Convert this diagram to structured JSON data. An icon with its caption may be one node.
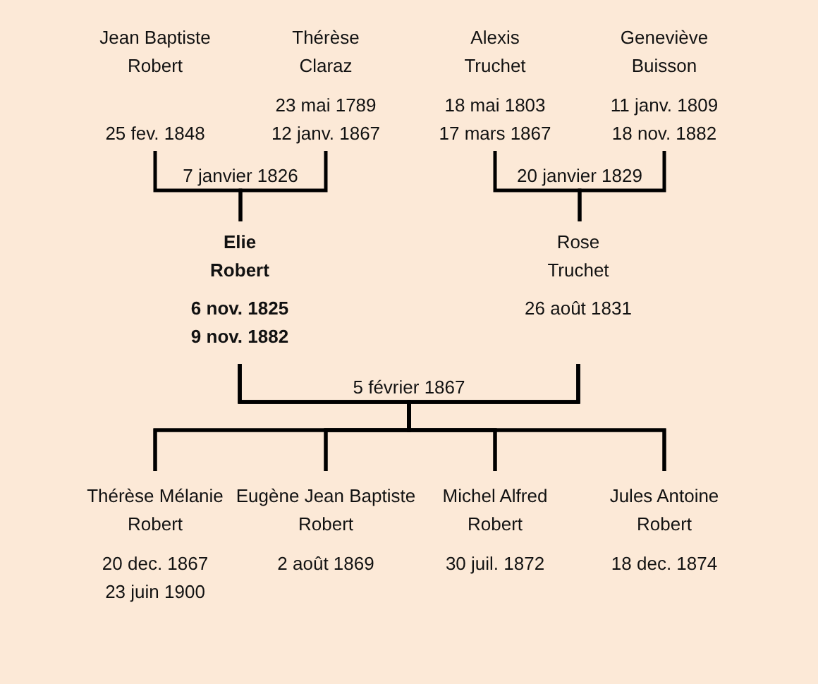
{
  "diagram": {
    "nodes": [
      {
        "text": [
          "Jean Baptiste Robert",
          "25 fev. 1848"
        ]
      },
      {
        "text": [
          "Thérèse Claraz",
          "23 mai 1789",
          "12 janv. 1867"
        ]
      },
      {
        "text": [
          "Alexis Truchet",
          "18 mai 1803",
          "17 mars 1867"
        ]
      },
      {
        "text": [
          "Geneviève Buisson",
          "11 janv. 1809",
          "18 nov. 1882"
        ]
      },
      {
        "text": [
          "Elie Robert",
          "6 nov. 1825",
          "9 nov. 1882"
        ]
      },
      {
        "text": [
          "Rose Truchet",
          "26 août 1831"
        ]
      },
      {
        "text": [
          "Thérèse Mélanie Robert",
          "20 dec. 1867",
          "23 juin 1900"
        ]
      },
      {
        "text": [
          "Eugène Jean Baptiste Robert",
          "2 août 1869"
        ]
      },
      {
        "text": [
          "Michel Alfred Robert",
          "30 juil. 1872"
        ]
      },
      {
        "text": [
          "Jules Antoine Robert",
          "18 dec. 1874"
        ]
      }
    ],
    "edges": [
      {
        "from": 0,
        "to": 4,
        "arrow": "none",
        "label": "7 janvier 1826"
      },
      {
        "from": 1,
        "to": 4,
        "arrow": "none"
      },
      {
        "from": 2,
        "to": 5,
        "arrow": "none",
        "label": "20 janvier 1829"
      },
      {
        "from": 3,
        "to": 5,
        "arrow": "none"
      },
      {
        "from": 4,
        "to": 6,
        "arrow": "none",
        "label": "5 février 1867"
      },
      {
        "from": 5,
        "to": 6,
        "arrow": "none"
      },
      {
        "from": 4,
        "to": 7,
        "arrow": "none"
      },
      {
        "from": 5,
        "to": 7,
        "arrow": "none"
      },
      {
        "from": 4,
        "to": 8,
        "arrow": "none"
      },
      {
        "from": 5,
        "to": 8,
        "arrow": "none"
      },
      {
        "from": 4,
        "to": 9,
        "arrow": "none"
      },
      {
        "from": 5,
        "to": 9,
        "arrow": "none"
      }
    ]
  }
}
